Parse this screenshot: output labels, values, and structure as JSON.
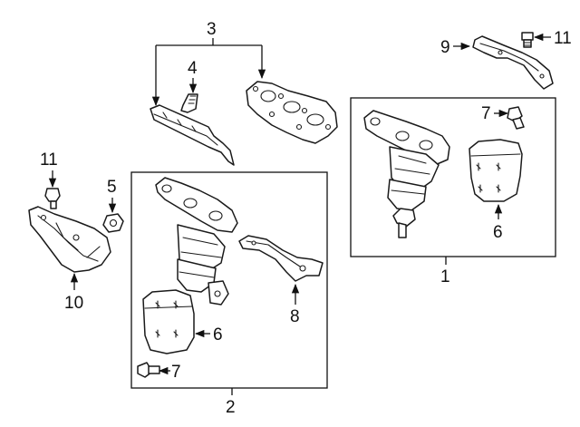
{
  "callouts": {
    "c1": "1",
    "c2": "2",
    "c3": "3",
    "c4": "4",
    "c5": "5",
    "c6a": "6",
    "c6b": "6",
    "c7a": "7",
    "c7b": "7",
    "c8": "8",
    "c9": "9",
    "c10": "10",
    "c11a": "11",
    "c11b": "11"
  },
  "icons": {
    "leader_arrow": "arrowhead",
    "parts": [
      "catalytic-converter-icon",
      "exhaust-manifold-gasket-icon",
      "stud-icon",
      "nut-icon",
      "heat-shield-icon",
      "bolt-icon",
      "bracket-icon"
    ]
  },
  "colors": {
    "line": "#1a1a1a",
    "background": "#ffffff"
  }
}
